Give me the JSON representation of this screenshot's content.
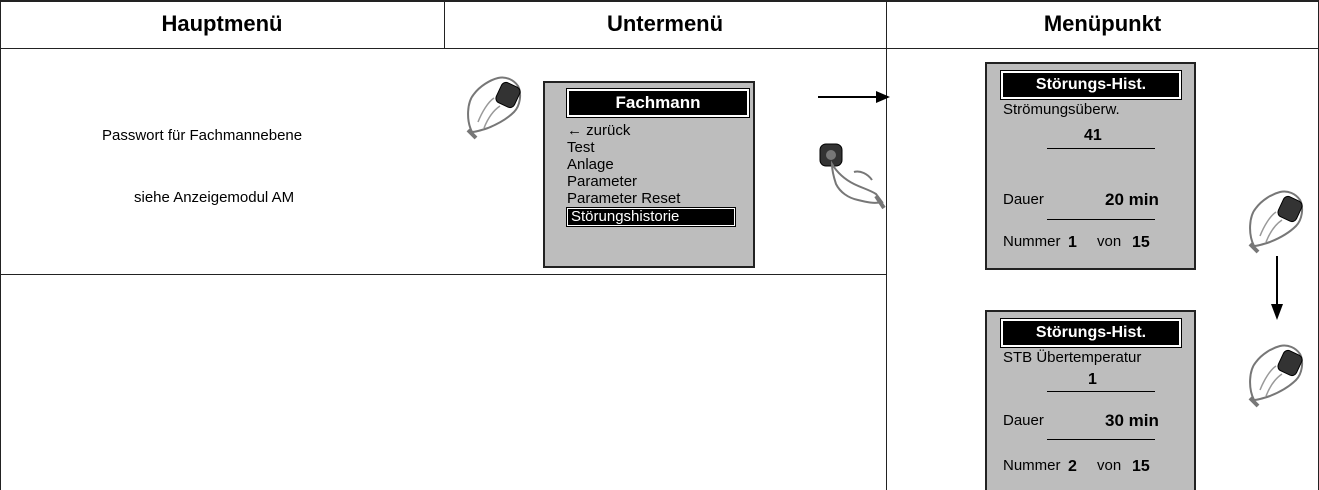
{
  "headers": {
    "main": "Hauptmenü",
    "sub": "Untermenü",
    "item": "Menüpunkt"
  },
  "left": {
    "password_text": "Passwort für  Fachmannebene",
    "module_text": "siehe Anzeigemodul AM"
  },
  "menu": {
    "title": "Fachmann",
    "items": [
      "← zurück",
      "Test",
      "Anlage",
      "Parameter",
      "Parameter Reset",
      "Störungshistorie"
    ],
    "selected_index": 5
  },
  "screens": [
    {
      "title": "Störungs-Hist.",
      "fault": "Strömungsüberw.",
      "code": "41",
      "duration_label": "Dauer",
      "duration_value": "20 min",
      "number_label": "Nummer",
      "number": "1",
      "of_label": "von",
      "total": "15"
    },
    {
      "title": "Störungs-Hist.",
      "fault": "STB Übertemperatur",
      "code": "1",
      "duration_label": "Dauer",
      "duration_value": "30 min",
      "number_label": "Nummer",
      "number": "2",
      "of_label": "von",
      "total": "15"
    }
  ],
  "icons": {
    "knob_turn": "hand-turning-knob-icon",
    "knob_press": "hand-pressing-knob-icon",
    "arrow_right": "arrow-right-icon",
    "arrow_down": "arrow-down-icon"
  }
}
